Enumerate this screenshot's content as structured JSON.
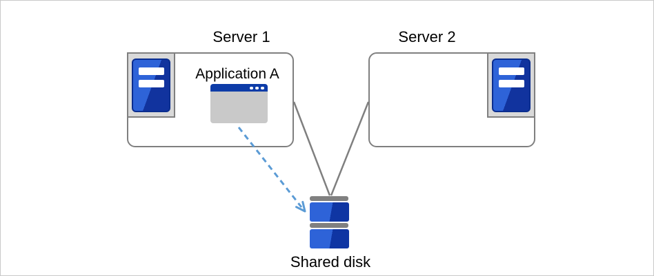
{
  "diagram": {
    "type": "architecture-diagram",
    "nodes": {
      "server1": {
        "label": "Server 1",
        "icon": "server-tower-icon",
        "application": {
          "label": "Application A",
          "icon": "application-window-icon"
        }
      },
      "server2": {
        "label": "Server 2",
        "icon": "server-tower-icon"
      },
      "shared_disk": {
        "label": "Shared disk",
        "icon": "disk-stack-icon"
      }
    },
    "connections": [
      {
        "from": "Server 1",
        "to": "Shared disk",
        "style": "solid-line",
        "color": "#7f7f7f"
      },
      {
        "from": "Server 2",
        "to": "Shared disk",
        "style": "solid-line",
        "color": "#7f7f7f"
      },
      {
        "from": "Application A",
        "to": "Shared disk",
        "style": "dashed-arrow",
        "color": "#5b9bd5"
      }
    ],
    "colors": {
      "background": "#ffffff",
      "canvas_border": "#c8c8c8",
      "box_border": "#7f7f7f",
      "connector_gray": "#7f7f7f",
      "icon_plate_bg": "#d9d9d9",
      "server_blue_light": "#2e63d8",
      "server_blue_dark": "#11339e",
      "window_titlebar_blue": "#0d3ca8",
      "window_body_gray": "#c9c9c9",
      "disk_bar_gray": "#808080",
      "arrow_blue": "#5b9bd5",
      "text": "#000000"
    }
  }
}
